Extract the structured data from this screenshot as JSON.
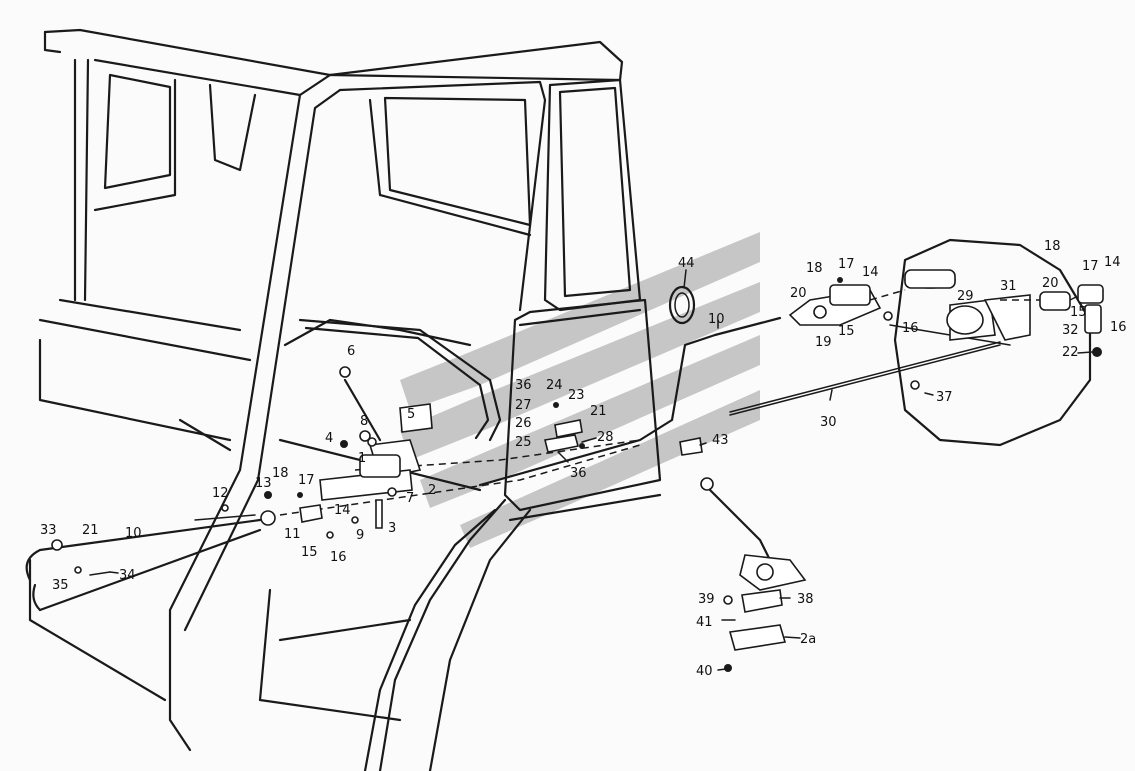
{
  "diagram": {
    "callouts": {
      "c44": "44",
      "c10b": "10",
      "c18b": "18",
      "c17b": "17",
      "c14b": "14",
      "c20b": "20",
      "c15b": "15",
      "c19": "19",
      "c16b": "16",
      "c18c": "18",
      "c17c": "17",
      "c14c": "14",
      "c20c": "20",
      "c29": "29",
      "c31": "31",
      "c15c": "15",
      "c16c": "16",
      "c32": "32",
      "c22": "22",
      "c37": "37",
      "c30": "30",
      "c43": "43",
      "c6": "6",
      "c36a": "36",
      "c24": "24",
      "c27": "27",
      "c23": "23",
      "c26": "26",
      "c21b": "21",
      "c25": "25",
      "c28": "28",
      "c36b": "36",
      "c5": "5",
      "c8": "8",
      "c4": "4",
      "c1": "1",
      "c2": "2",
      "c13": "13",
      "c18a": "18",
      "c17a": "17",
      "c12": "12",
      "c14a": "14",
      "c7": "7",
      "c9": "9",
      "c3": "3",
      "c11": "11",
      "c15a": "15",
      "c16a": "16",
      "c33": "33",
      "c21a": "21",
      "c10a": "10",
      "c35": "35",
      "c34": "34",
      "c39": "39",
      "c38": "38",
      "c41": "41",
      "c2a": "2a",
      "c40": "40"
    },
    "watermark_color": "#9a9a9a",
    "line_color": "#1a1a1a"
  }
}
